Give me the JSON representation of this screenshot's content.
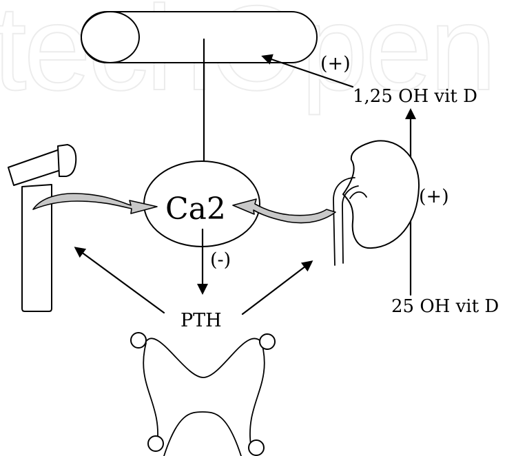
{
  "watermark": "techOpen",
  "labels": {
    "vitd_active": "1,25 OH vit D",
    "vitd_precursor": "25 OH vit D",
    "calcium": "Ca2",
    "pth": "PTH",
    "effect_intestine": "(+)",
    "effect_kidney": "(+)",
    "effect_inhibit": "(-)"
  },
  "colors": {
    "line": "#000000",
    "fill_grey": "#c8c8c8",
    "watermark": "#ececec"
  }
}
